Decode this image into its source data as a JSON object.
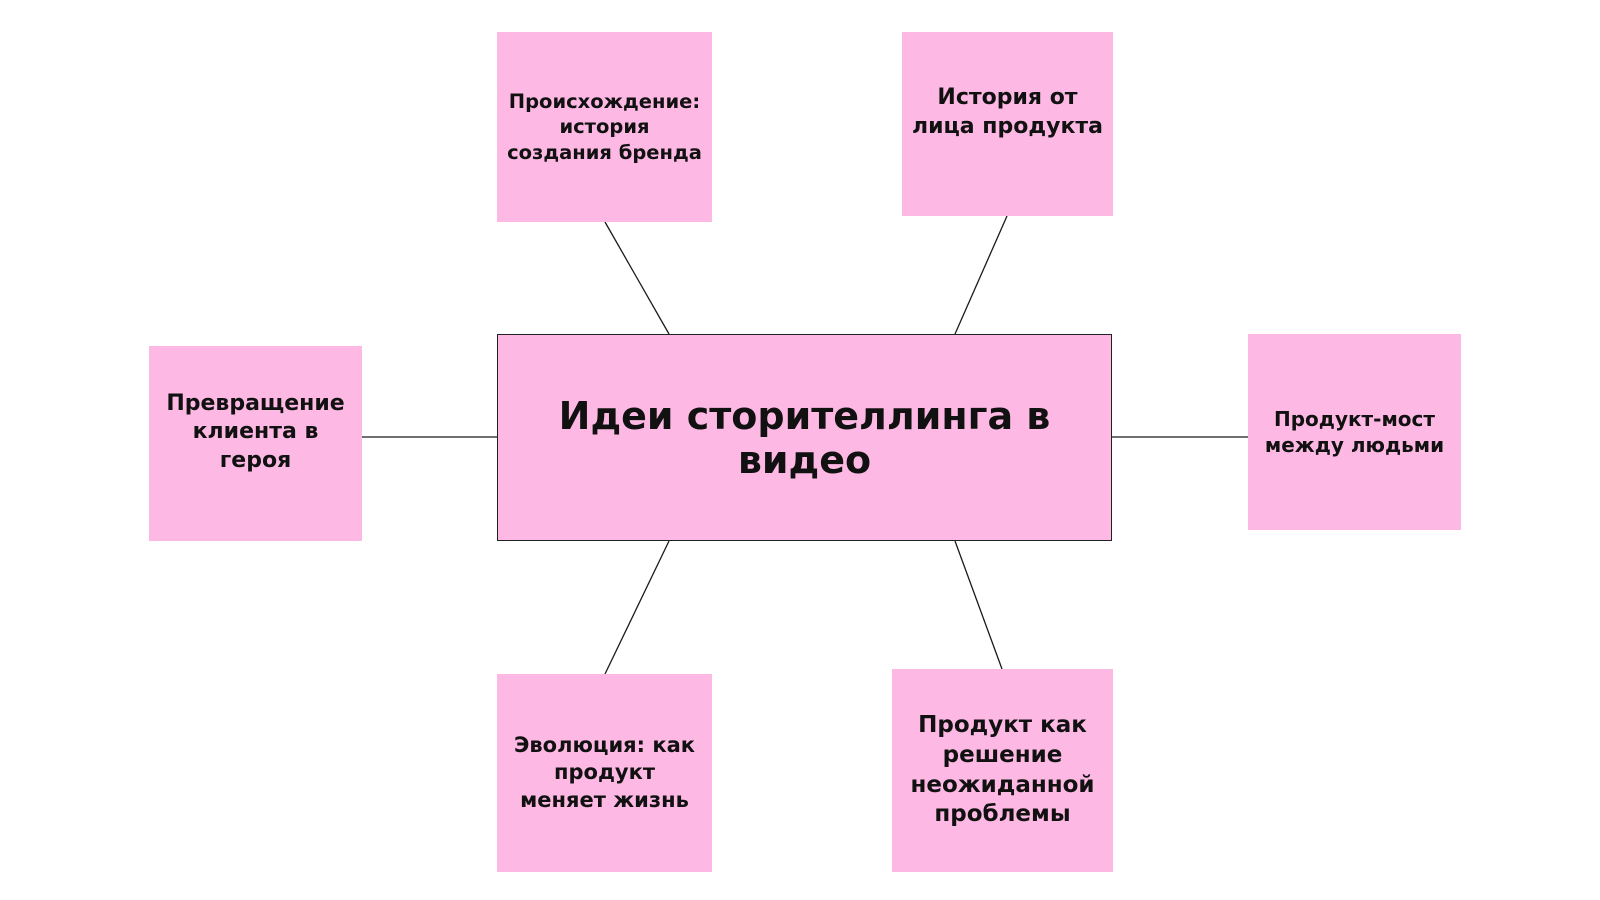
{
  "colors": {
    "node_fill": "#fdb9e4",
    "connector": "#1a1a1a",
    "text": "#111111"
  },
  "center": {
    "label": "Идеи сторителлинга в видео"
  },
  "nodes": [
    {
      "id": "origin",
      "label": "Происхождение:\nистория\nсоздания бренда"
    },
    {
      "id": "product-voice",
      "label": "История от\nлица продукта"
    },
    {
      "id": "client-hero",
      "label": "Превращение\nклиента в\nгероя"
    },
    {
      "id": "product-bridge",
      "label": "Продукт-мост\nмежду людьми"
    },
    {
      "id": "evolution",
      "label": "Эволюция: как\nпродукт\nменяет жизнь"
    },
    {
      "id": "unexpected-solution",
      "label": "Продукт как\nрешение\nнеожиданной\nпроблемы"
    }
  ]
}
